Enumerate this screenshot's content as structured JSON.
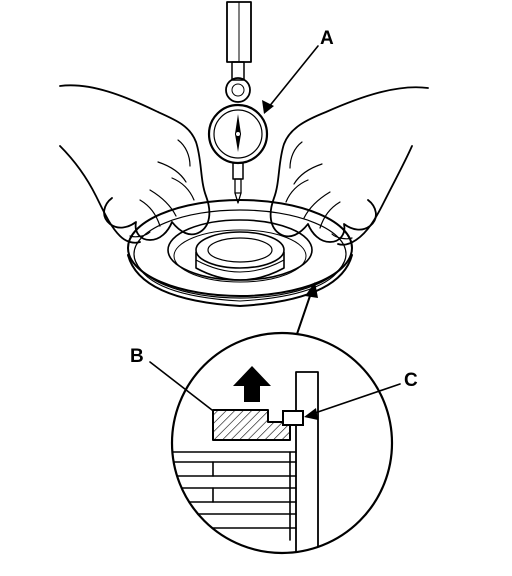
{
  "labels": {
    "a": "A",
    "b": "B",
    "c": "C"
  },
  "parts": {
    "a": "dial-indicator",
    "b": "piston-part",
    "c": "snap-ring"
  },
  "colors": {
    "ink": "#000000",
    "paper": "#ffffff"
  }
}
